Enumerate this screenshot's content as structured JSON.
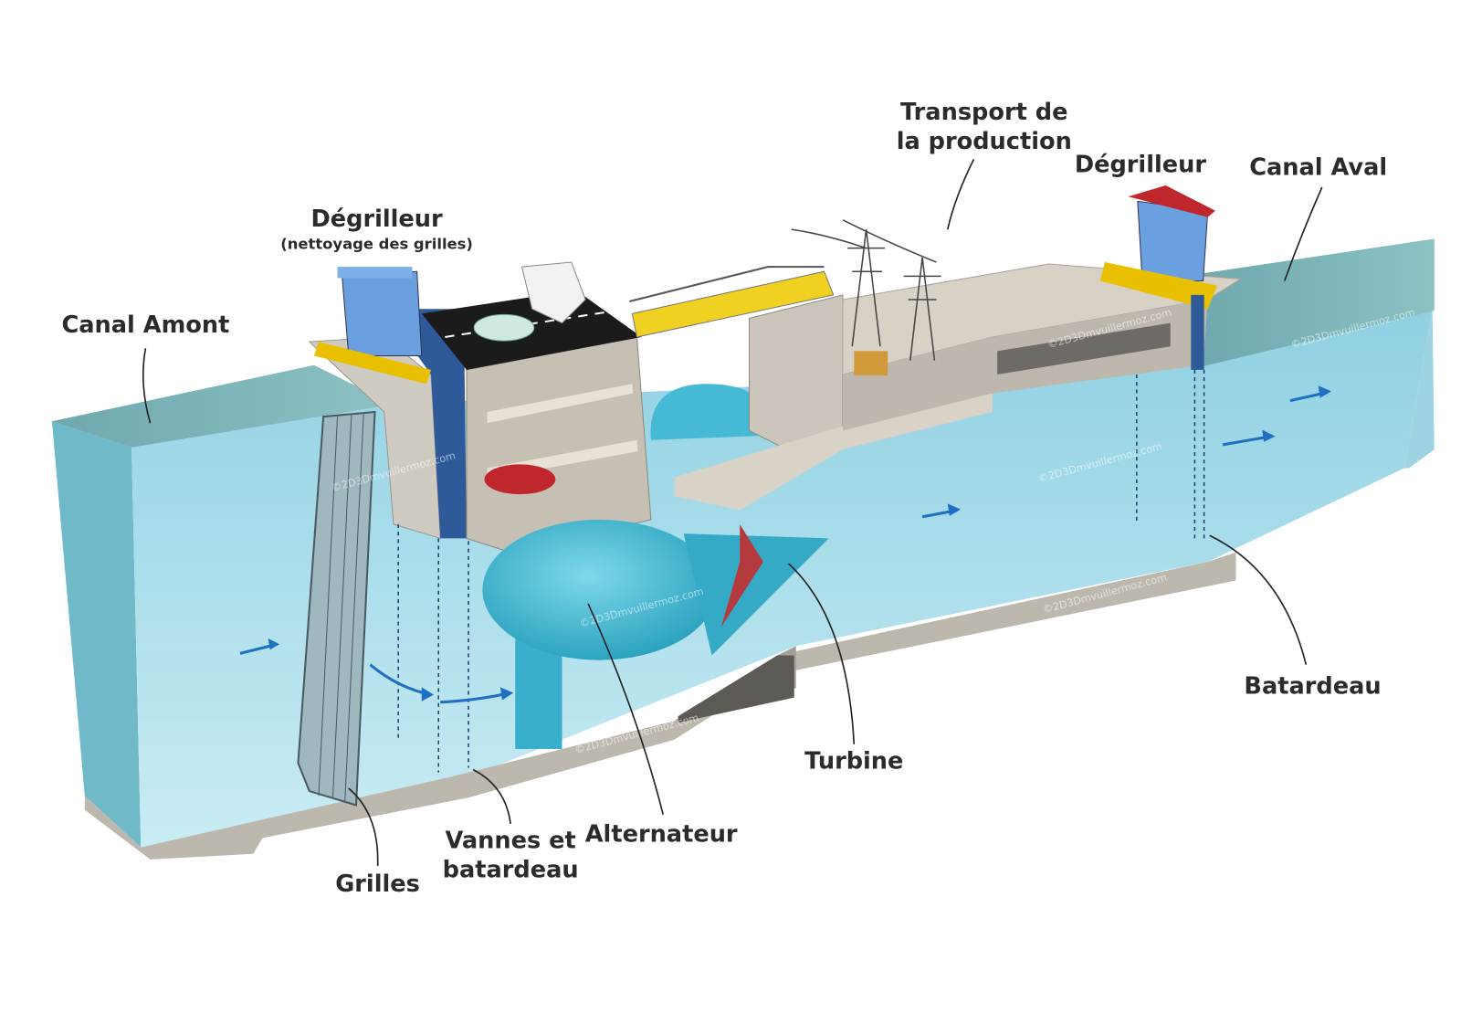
{
  "title": "Centrale hydroélectrique au fil de l'eau",
  "labels": {
    "canal_amont": "Canal Amont",
    "degrilleur_left": "Dégrilleur",
    "degrilleur_left_sub": "(nettoyage des grilles)",
    "transport_1": "Transport de",
    "transport_2": "la production",
    "degrilleur_right": "Dégrilleur",
    "canal_aval": "Canal Aval",
    "batardeau": "Batardeau",
    "turbine": "Turbine",
    "alternateur": "Alternateur",
    "vannes_1": "Vannes et",
    "vannes_2": "batardeau",
    "grilles": "Grilles"
  },
  "watermark": "©2D3Dmvuillermoz.com",
  "colors": {
    "water": "#a9dbe8",
    "water_dark": "#4f8f9a",
    "concrete": "#cfcac2",
    "turbine": "#3fb8d4",
    "accent_red": "#c0272d",
    "rail": "#f0d020",
    "arrow": "#1f6fc2"
  }
}
